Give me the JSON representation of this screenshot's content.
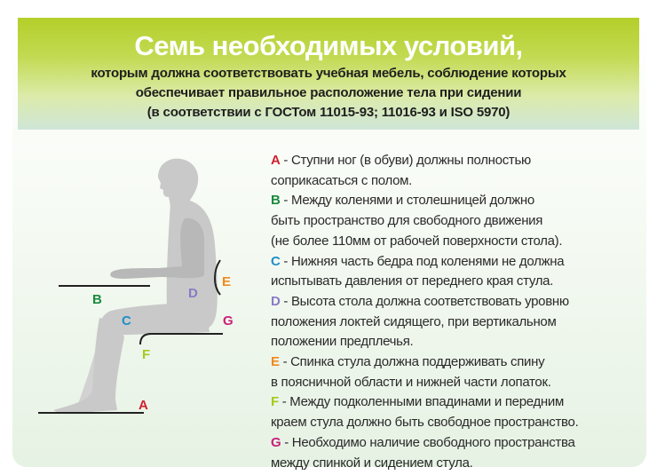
{
  "header": {
    "title": "Семь необходимых условий,",
    "subtitle_lines": [
      "которым должна соответствовать учебная мебель, соблюдение которых",
      "обеспечивает правильное расположение тела при сидении",
      "(в соответствии с ГОСТом 11015-93; 11016-93 и ISO 5970)"
    ]
  },
  "figure_labels": {
    "A": {
      "text": "A",
      "color": "#d0202e"
    },
    "B": {
      "text": "B",
      "color": "#1a8a3e"
    },
    "C": {
      "text": "C",
      "color": "#1f8fc8"
    },
    "D": {
      "text": "D",
      "color": "#8a7ac8"
    },
    "E": {
      "text": "E",
      "color": "#ef8a1e"
    },
    "F": {
      "text": "F",
      "color": "#a8c81e"
    },
    "G": {
      "text": "G",
      "color": "#c8207a"
    }
  },
  "items": [
    {
      "letter": "A",
      "color": "#d0202e",
      "lines": [
        " - Ступни ног (в обуви) должны полностью",
        "соприкасаться с полом."
      ]
    },
    {
      "letter": "B",
      "color": "#1a8a3e",
      "lines": [
        " - Между коленями и столешницей должно",
        "быть пространство для свободного движения",
        "(не более 110мм от рабочей поверхности стола)."
      ]
    },
    {
      "letter": "C",
      "color": "#1f8fc8",
      "lines": [
        " - Нижняя часть бедра под коленями не должна",
        "испытывать давления от переднего края стула."
      ]
    },
    {
      "letter": "D",
      "color": "#8a7ac8",
      "lines": [
        " - Высота стола должна соответствовать уровню",
        "положения локтей сидящего, при вертикальном",
        "положении предплечья."
      ]
    },
    {
      "letter": "E",
      "color": "#ef8a1e",
      "lines": [
        " - Спинка стула должна поддерживать спину",
        "в поясничной области и нижней части лопаток."
      ]
    },
    {
      "letter": "F",
      "color": "#a8c81e",
      "lines": [
        " - Между подколенными впадинами и передним",
        "краем стула должно быть свободное пространство."
      ]
    },
    {
      "letter": "G",
      "color": "#c8207a",
      "lines": [
        " - Необходимо наличие свободного пространства",
        "между спинкой и сидением стула."
      ]
    }
  ]
}
